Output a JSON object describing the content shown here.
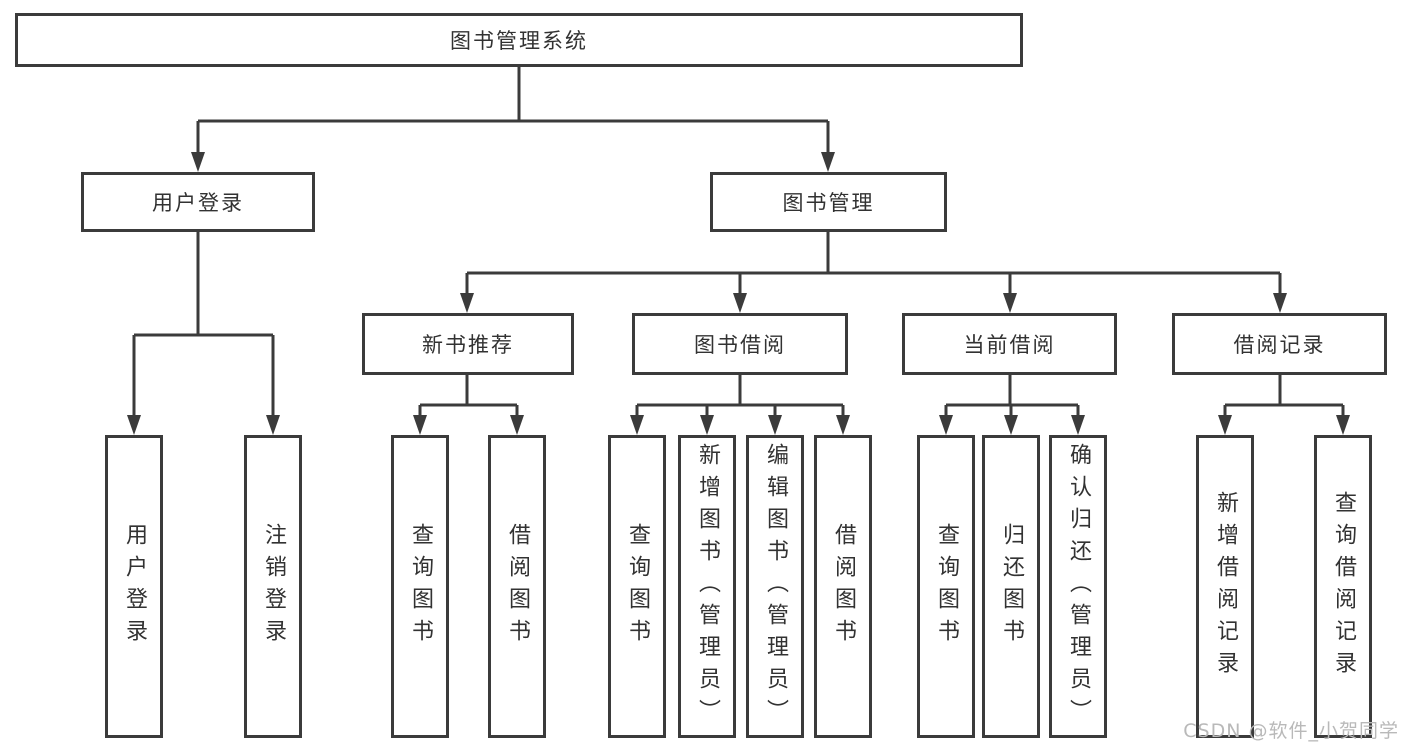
{
  "diagram": {
    "title": "图书管理系统",
    "branches": [
      {
        "label": "用户登录",
        "children": [
          {
            "label": "用户登录"
          },
          {
            "label": "注销登录"
          }
        ]
      },
      {
        "label": "图书管理",
        "sections": [
          {
            "label": "新书推荐",
            "children": [
              {
                "label": "查询图书"
              },
              {
                "label": "借阅图书"
              }
            ]
          },
          {
            "label": "图书借阅",
            "children": [
              {
                "label": "查询图书"
              },
              {
                "label": "新增图书（管理员）"
              },
              {
                "label": "编辑图书（管理员）"
              },
              {
                "label": "借阅图书"
              }
            ]
          },
          {
            "label": "当前借阅",
            "children": [
              {
                "label": "查询图书"
              },
              {
                "label": "归还图书"
              },
              {
                "label": "确认归还（管理员）"
              }
            ]
          },
          {
            "label": "借阅记录",
            "children": [
              {
                "label": "新增借阅记录"
              },
              {
                "label": "查询借阅记录"
              }
            ]
          }
        ]
      }
    ],
    "colors": {
      "line": "#3b3b3b",
      "text": "#323232",
      "background": "#ffffff",
      "watermark": "#b9b9b9"
    }
  },
  "watermark": {
    "text": "CSDN @软件_小贺同学"
  }
}
